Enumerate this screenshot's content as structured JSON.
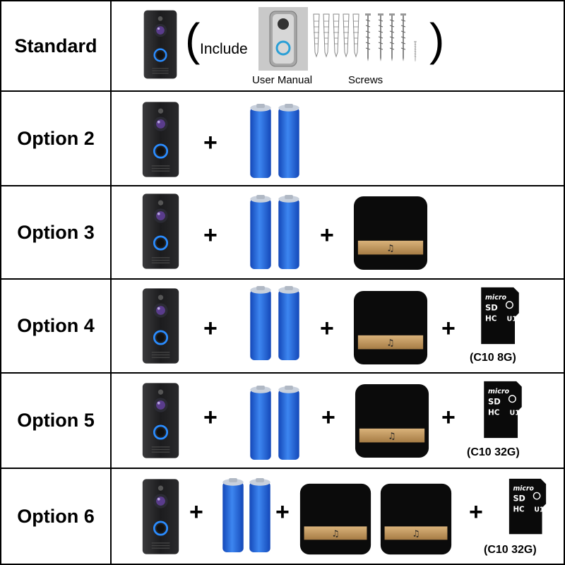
{
  "rows": [
    {
      "label": "Standard"
    },
    {
      "label": "Option 2"
    },
    {
      "label": "Option 3"
    },
    {
      "label": "Option 4"
    },
    {
      "label": "Option 5"
    },
    {
      "label": "Option 6"
    }
  ],
  "standard": {
    "include_text": "Include",
    "open_paren": "(",
    "close_paren": ")",
    "user_manual_label": "User Manual",
    "screws_label": "Screws"
  },
  "plus": "+",
  "sd_cards": {
    "option4": {
      "capacity_text": "8GB",
      "caption": "(C10 8G)"
    },
    "option5": {
      "capacity_text": "32GB",
      "caption": "(C10 32G)"
    },
    "option6": {
      "capacity_text": "32GB",
      "caption": "(C10 32G)"
    }
  },
  "colors": {
    "doorbell_body": "#1c1c1e",
    "ring_light": "#2a8cff",
    "battery_blue": "#1f63d8",
    "chime_black": "#0b0b0b",
    "chime_strip": "#c9a064"
  }
}
